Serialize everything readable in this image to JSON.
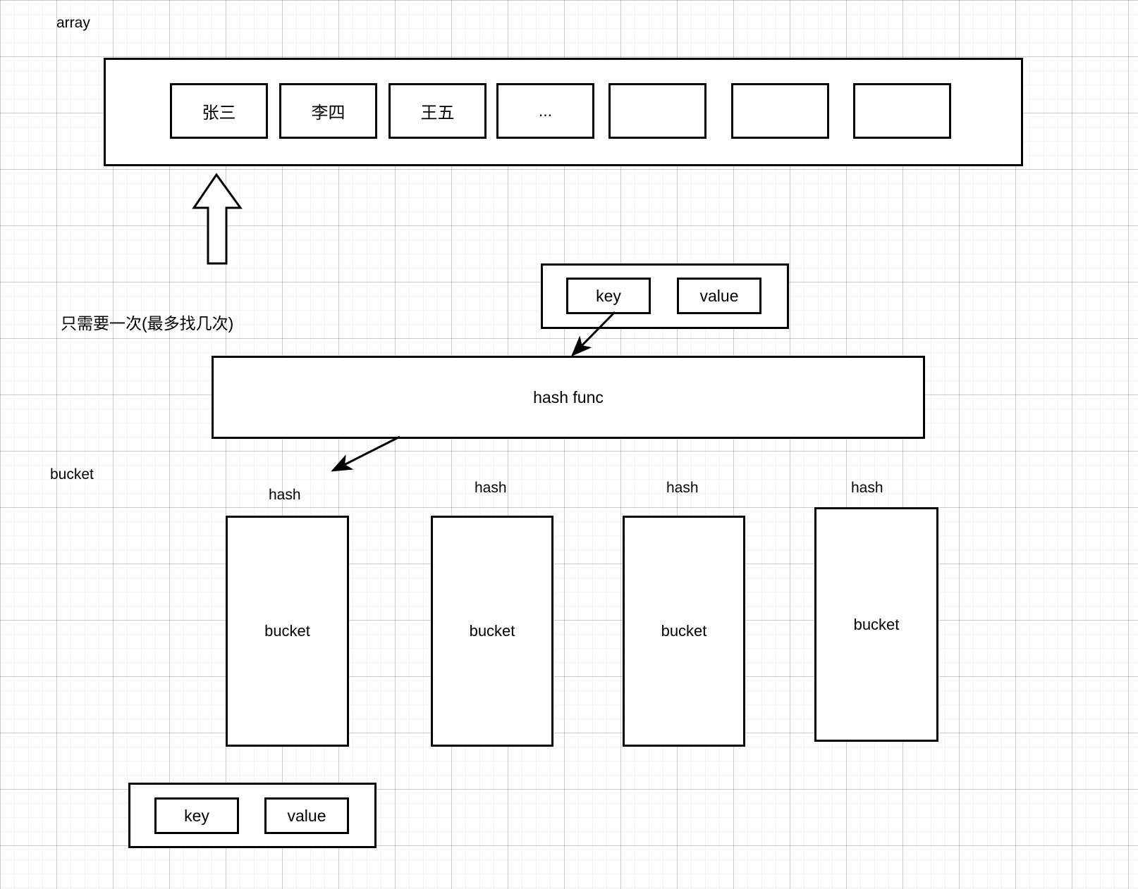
{
  "diagram": {
    "title_labels": {
      "array": "array",
      "bucket_left": "bucket",
      "note_cn": "只需要一次(最多找几次)"
    },
    "array_row": {
      "cells": [
        {
          "text": "张三"
        },
        {
          "text": "李四"
        },
        {
          "text": "王五"
        },
        {
          "text": "..."
        },
        {
          "text": ""
        },
        {
          "text": ""
        },
        {
          "text": ""
        }
      ]
    },
    "kv_top": {
      "key_label": "key",
      "value_label": "value"
    },
    "kv_bottom": {
      "key_label": "key",
      "value_label": "value"
    },
    "hash_func": {
      "label": "hash func"
    },
    "buckets": [
      {
        "hash_label": "hash",
        "body_label": "bucket"
      },
      {
        "hash_label": "hash",
        "body_label": "bucket"
      },
      {
        "hash_label": "hash",
        "body_label": "bucket"
      },
      {
        "hash_label": "hash",
        "body_label": "bucket"
      }
    ],
    "arrows": [
      {
        "name": "block-arrow-up-to-array"
      },
      {
        "name": "arrow-key-to-hashfunc"
      },
      {
        "name": "arrow-hashfunc-to-bucket"
      }
    ],
    "colors": {
      "stroke": "#000000",
      "fill": "#ffffff",
      "grid_minor": "#f0f0f0",
      "grid_major": "#d6d6d6"
    }
  }
}
